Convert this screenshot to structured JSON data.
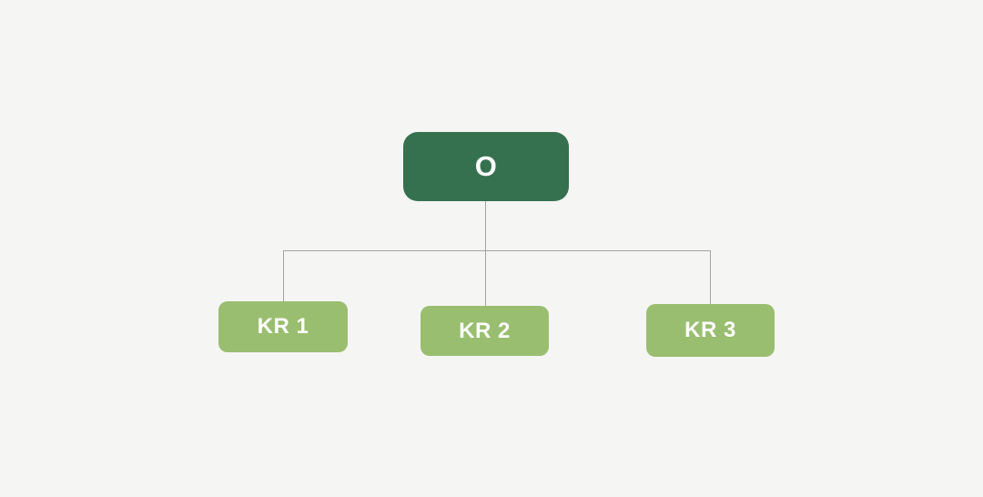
{
  "canvas": {
    "background_color": "#f5f5f4",
    "connector_color": "#a2a2a2"
  },
  "diagram": {
    "type": "tree",
    "root": "objective",
    "edges": [
      [
        "objective",
        "kr1"
      ],
      [
        "objective",
        "kr2"
      ],
      [
        "objective",
        "kr3"
      ]
    ]
  },
  "nodes": {
    "objective": {
      "label": "O",
      "fill": "#36714f",
      "text_color": "#ffffff"
    },
    "kr1": {
      "label": "KR 1",
      "fill": "#9abe70",
      "text_color": "#ffffff"
    },
    "kr2": {
      "label": "KR 2",
      "fill": "#9abe70",
      "text_color": "#ffffff"
    },
    "kr3": {
      "label": "KR 3",
      "fill": "#9abe70",
      "text_color": "#ffffff"
    }
  }
}
